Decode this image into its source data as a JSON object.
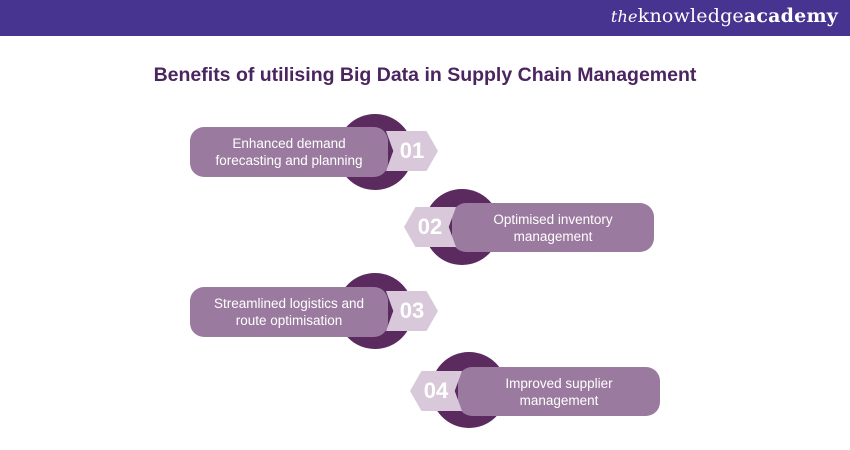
{
  "header": {
    "brand_the": "the",
    "brand_knowledge": "knowledge",
    "brand_academy": "academy"
  },
  "title": "Benefits of utilising Big Data in Supply Chain Management",
  "steps": [
    {
      "number": "01",
      "text": "Enhanced demand forecasting and planning"
    },
    {
      "number": "02",
      "text": "Optimised inventory management"
    },
    {
      "number": "03",
      "text": "Streamlined logistics and route optimisation"
    },
    {
      "number": "04",
      "text": "Improved supplier management"
    }
  ],
  "colors": {
    "header_bg": "#473390",
    "title": "#4a2560",
    "pill": "#9b7a9f",
    "ring": "#5b2b60",
    "arrow": "#d9c8da"
  }
}
